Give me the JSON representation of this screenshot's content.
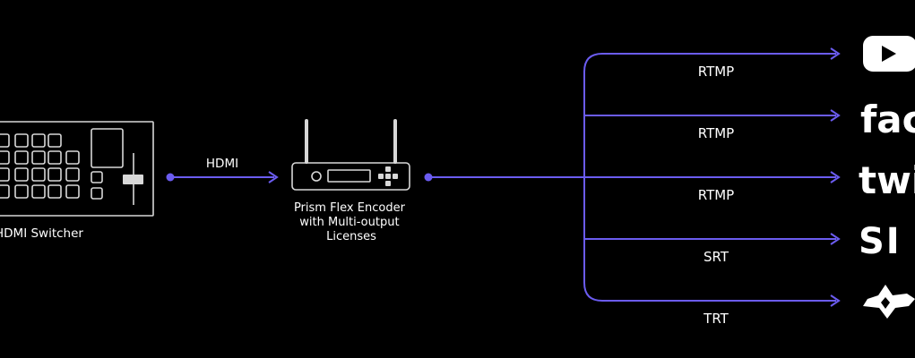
{
  "diagram": {
    "colors": {
      "background": "#000000",
      "accent": "#6b5cf0",
      "stroke": "#d8d8d8",
      "text": "#ffffff"
    },
    "switcher": {
      "label": "HDMI Switcher",
      "icon": "video-switcher-icon"
    },
    "input_link": {
      "label": "HDMI"
    },
    "encoder": {
      "icon": "encoder-device-icon",
      "label_lines": [
        "Prism Flex Encoder",
        "with Multi-output",
        "Licenses"
      ]
    },
    "outputs": [
      {
        "protocol": "RTMP",
        "platform": "youtube-logo-icon",
        "logo_text": ""
      },
      {
        "protocol": "RTMP",
        "platform": "facebook-logo-icon",
        "logo_text": "fac"
      },
      {
        "protocol": "RTMP",
        "platform": "twitch-logo-icon",
        "logo_text": "twi"
      },
      {
        "protocol": "SRT",
        "platform": "srt-logo-icon",
        "logo_text": "SI"
      },
      {
        "protocol": "TRT",
        "platform": "crown-logo-icon",
        "logo_text": ""
      }
    ]
  }
}
